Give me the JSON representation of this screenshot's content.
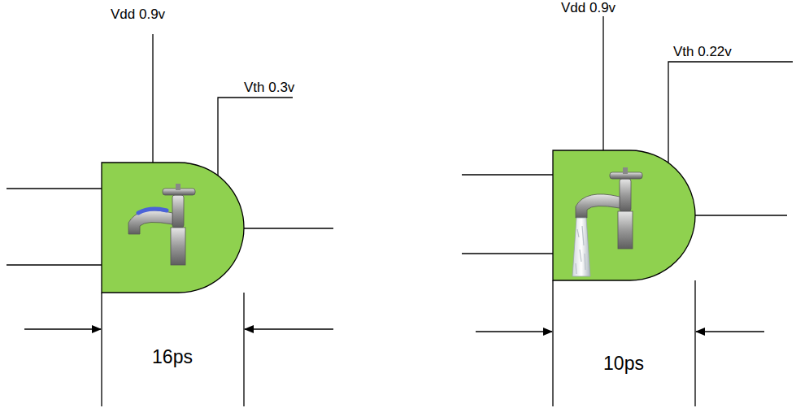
{
  "diagram": {
    "labels": [
      "Vdd 0.9v",
      "Vth 0.3v",
      "16ps",
      "Vdd 0.9v",
      "Vth 0.22v",
      "10ps"
    ]
  }
}
